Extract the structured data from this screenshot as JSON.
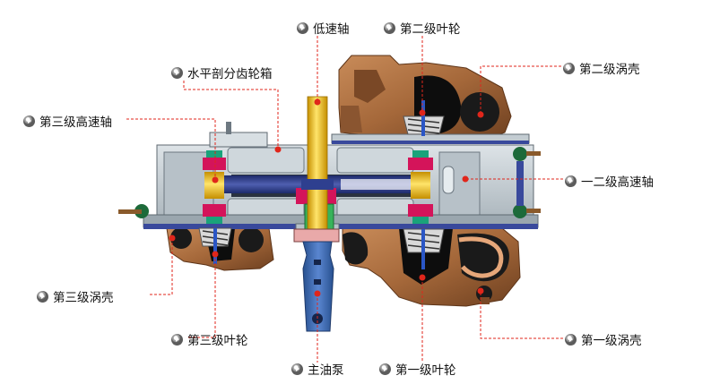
{
  "labels": {
    "low_speed_shaft": "低速轴",
    "stage2_impeller": "第二级叶轮",
    "horizontal_gearbox": "水平剖分齿轮箱",
    "stage2_volute": "第二级涡壳",
    "stage3_high_shaft": "第三级高速轴",
    "stage12_high_shaft": "一二级高速轴",
    "stage3_volute": "第三级涡壳",
    "stage3_impeller": "第三级叶轮",
    "stage1_volute": "第一级涡壳",
    "main_oil_pump": "主油泵",
    "stage1_impeller": "第一级叶轮"
  },
  "colors": {
    "leader": "#e0261b",
    "volute": "#a5683a",
    "casing": "#c3ccd2",
    "shaft": "#ffd200",
    "pump": "#3d6bb8",
    "seal": "#d4145a",
    "rotor": "#2e3f8f"
  },
  "icons": {
    "bullet": "play-circle-icon"
  }
}
